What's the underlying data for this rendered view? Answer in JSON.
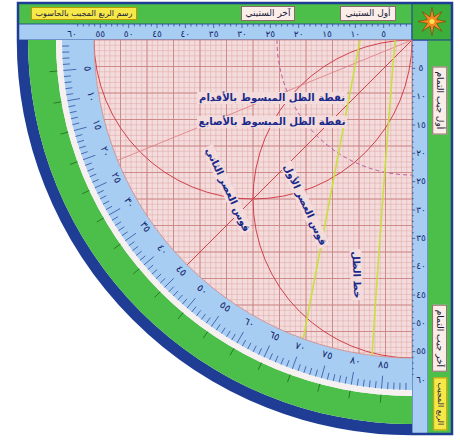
{
  "diagram": {
    "nodes": [
      {
        "text": [
          "رسم الربع المجيب بالحاسوب"
        ]
      },
      {
        "text": [
          "آخر الستيني"
        ]
      },
      {
        "text": [
          "أول الستيني"
        ]
      },
      {
        "text": [
          "أول جيب التمام"
        ]
      },
      {
        "text": [
          "آخر جيب التمام"
        ]
      },
      {
        "text": [
          "الربع المجيب"
        ]
      }
    ],
    "labels": [
      "نقطة الظل المبسوط بالأقدام",
      "نقطة الظل المبسوط بالأصابع",
      "قوس العصر الأول",
      "قوس العصر الثاني",
      "خط الظل",
      "٥",
      "١٠",
      "١٥",
      "٢٠",
      "٢٥",
      "٣٠",
      "٣٥",
      "٤٠",
      "٤٥",
      "٥٠",
      "٥٥",
      "٦٠",
      "٥",
      "١٠",
      "١٥",
      "٢٠",
      "٢٥",
      "٣٠",
      "٣٥",
      "٤٠",
      "٤٥",
      "٥٠",
      "٥٥",
      "٦٠",
      "٥",
      "١٠",
      "١٥",
      "٢٠",
      "٢٥",
      "٣٠",
      "٣٥",
      "٤٠",
      "٤٥",
      "٥٠",
      "٥٥",
      "٦٠",
      "٦٥",
      "٧٠",
      "٧٥",
      "٨٠",
      "٨٥"
    ]
  }
}
